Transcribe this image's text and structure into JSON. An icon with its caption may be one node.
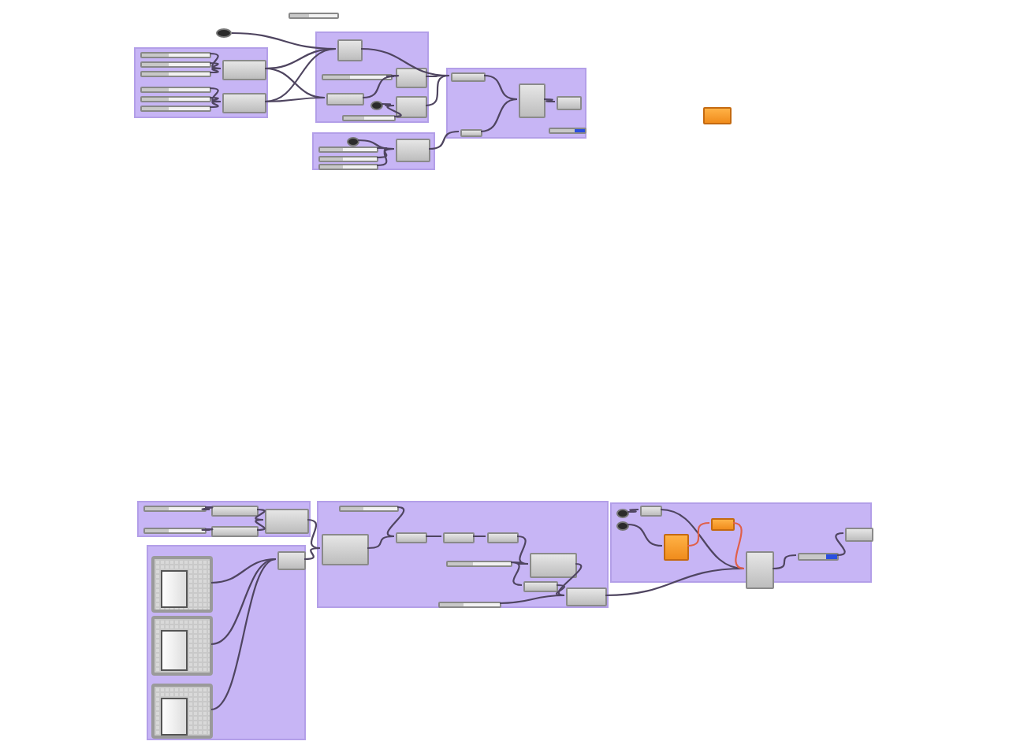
{
  "diagram": {
    "nodes": [
      {
        "text": [],
        "shape": "bar"
      },
      {
        "text": [],
        "shape": "circle"
      },
      {
        "text": [],
        "shape": "box"
      },
      {
        "text": [],
        "shape": "bar",
        "in": 2
      },
      {
        "text": [],
        "shape": "bar",
        "in": 2
      },
      {
        "text": [],
        "shape": "bar",
        "in": 2
      },
      {
        "text": [],
        "shape": "bar",
        "in": 2
      },
      {
        "text": [],
        "shape": "bar",
        "in": 2
      },
      {
        "text": [],
        "shape": "bar",
        "in": 2
      },
      {
        "text": [],
        "shape": "box",
        "in": 2
      },
      {
        "text": [],
        "shape": "box",
        "in": 2
      },
      {
        "text": [],
        "shape": "box"
      },
      {
        "text": [],
        "shape": "box",
        "in": 11
      },
      {
        "text": [],
        "shape": "bar",
        "in": 11
      },
      {
        "text": [],
        "shape": "box",
        "in": 11
      },
      {
        "text": [],
        "shape": "circle",
        "in": 11
      },
      {
        "text": [],
        "shape": "bar",
        "in": 11
      },
      {
        "text": [],
        "shape": "box",
        "in": 11
      },
      {
        "text": [],
        "shape": "box",
        "in": 11
      },
      {
        "text": [],
        "shape": "box"
      },
      {
        "text": [],
        "shape": "circle",
        "in": 19
      },
      {
        "text": [],
        "shape": "bar",
        "in": 19
      },
      {
        "text": [],
        "shape": "bar",
        "in": 19
      },
      {
        "text": [],
        "shape": "bar",
        "in": 19
      },
      {
        "text": [],
        "shape": "box",
        "in": 19
      },
      {
        "text": [],
        "shape": "box"
      },
      {
        "text": [],
        "shape": "box",
        "in": 25
      },
      {
        "text": [],
        "shape": "box",
        "in": 25
      },
      {
        "text": [],
        "shape": "box",
        "in": 25
      },
      {
        "text": [],
        "shape": "bar",
        "in": 25
      },
      {
        "text": [],
        "shape": "box",
        "in": 25
      },
      {
        "text": [],
        "shape": "box"
      },
      {
        "text": [],
        "shape": "box"
      },
      {
        "text": [],
        "shape": "bar",
        "in": 32
      },
      {
        "text": [],
        "shape": "bar",
        "in": 32
      },
      {
        "text": [],
        "shape": "box",
        "in": 32
      },
      {
        "text": [],
        "shape": "box",
        "in": 32
      },
      {
        "text": [],
        "shape": "box",
        "in": 32
      },
      {
        "text": [],
        "shape": "box"
      },
      {
        "text": [],
        "shape": "picture",
        "in": 38
      },
      {
        "text": [],
        "shape": "picture",
        "in": 38
      },
      {
        "text": [],
        "shape": "picture",
        "in": 38
      },
      {
        "text": [],
        "shape": "box",
        "in": 38
      },
      {
        "text": [],
        "shape": "box"
      },
      {
        "text": [],
        "shape": "bar",
        "in": 43
      },
      {
        "text": [],
        "shape": "box",
        "in": 43
      },
      {
        "text": [],
        "shape": "box",
        "in": 43
      },
      {
        "text": [],
        "shape": "box",
        "in": 43
      },
      {
        "text": [],
        "shape": "box",
        "in": 43
      },
      {
        "text": [],
        "shape": "box",
        "in": 43
      },
      {
        "text": [],
        "shape": "bar",
        "in": 43
      },
      {
        "text": [],
        "shape": "box",
        "in": 43
      },
      {
        "text": [],
        "shape": "bar",
        "in": 43
      },
      {
        "text": [],
        "shape": "box",
        "in": 43
      },
      {
        "text": [],
        "shape": "box"
      },
      {
        "text": [],
        "shape": "circle",
        "in": 54
      },
      {
        "text": [],
        "shape": "circle",
        "in": 54
      },
      {
        "text": [],
        "shape": "box",
        "in": 54
      },
      {
        "text": [],
        "shape": "box",
        "in": 54
      },
      {
        "text": [],
        "shape": "box",
        "in": 54
      },
      {
        "text": [],
        "shape": "box",
        "in": 54
      },
      {
        "text": [],
        "shape": "bar",
        "in": 54
      },
      {
        "text": [],
        "shape": "box",
        "in": 54
      }
    ],
    "edges": [
      {
        "from": 1,
        "to": 12,
        "arrow": "none"
      },
      {
        "from": 3,
        "to": 9,
        "arrow": "none"
      },
      {
        "from": 4,
        "to": 9,
        "arrow": "none"
      },
      {
        "from": 5,
        "to": 9,
        "arrow": "none"
      },
      {
        "from": 6,
        "to": 10,
        "arrow": "none"
      },
      {
        "from": 7,
        "to": 10,
        "arrow": "none"
      },
      {
        "from": 8,
        "to": 10,
        "arrow": "none"
      },
      {
        "from": 9,
        "to": 12,
        "arrow": "none"
      },
      {
        "from": 9,
        "to": 14,
        "arrow": "none"
      },
      {
        "from": 10,
        "to": 12,
        "arrow": "none"
      },
      {
        "from": 10,
        "to": 14,
        "arrow": "none"
      },
      {
        "from": 13,
        "to": 17,
        "arrow": "none"
      },
      {
        "from": 14,
        "to": 17,
        "arrow": "none"
      },
      {
        "from": 15,
        "to": 18,
        "arrow": "none"
      },
      {
        "from": 16,
        "to": 18,
        "arrow": "none"
      },
      {
        "from": 12,
        "to": 26,
        "arrow": "none"
      },
      {
        "from": 17,
        "to": 26,
        "arrow": "none"
      },
      {
        "from": 18,
        "to": 26,
        "arrow": "none"
      },
      {
        "from": 26,
        "to": 27,
        "arrow": "none"
      },
      {
        "from": 20,
        "to": 24,
        "arrow": "none"
      },
      {
        "from": 21,
        "to": 24,
        "arrow": "none"
      },
      {
        "from": 22,
        "to": 24,
        "arrow": "none"
      },
      {
        "from": 23,
        "to": 24,
        "arrow": "none"
      },
      {
        "from": 24,
        "to": 30,
        "arrow": "none"
      },
      {
        "from": 30,
        "to": 27,
        "arrow": "none"
      },
      {
        "from": 27,
        "to": 28,
        "arrow": "none"
      },
      {
        "from": 33,
        "to": 35,
        "arrow": "none"
      },
      {
        "from": 34,
        "to": 36,
        "arrow": "none"
      },
      {
        "from": 35,
        "to": 37,
        "arrow": "none"
      },
      {
        "from": 36,
        "to": 37,
        "arrow": "none"
      },
      {
        "from": 37,
        "to": 45,
        "arrow": "none"
      },
      {
        "from": 39,
        "to": 42,
        "arrow": "none"
      },
      {
        "from": 40,
        "to": 42,
        "arrow": "none"
      },
      {
        "from": 41,
        "to": 42,
        "arrow": "none"
      },
      {
        "from": 42,
        "to": 45,
        "arrow": "none"
      },
      {
        "from": 45,
        "to": 46,
        "arrow": "none"
      },
      {
        "from": 44,
        "to": 46,
        "arrow": "none"
      },
      {
        "from": 46,
        "to": 47,
        "arrow": "none"
      },
      {
        "from": 47,
        "to": 48,
        "arrow": "none"
      },
      {
        "from": 48,
        "to": 49,
        "arrow": "none"
      },
      {
        "from": 50,
        "to": 49,
        "arrow": "none"
      },
      {
        "from": 50,
        "to": 51,
        "arrow": "none"
      },
      {
        "from": 49,
        "to": 53,
        "arrow": "none"
      },
      {
        "from": 51,
        "to": 53,
        "arrow": "none"
      },
      {
        "from": 52,
        "to": 53,
        "arrow": "none"
      },
      {
        "from": 53,
        "to": 60,
        "arrow": "none"
      },
      {
        "from": 55,
        "to": 57,
        "arrow": "none"
      },
      {
        "from": 56,
        "to": 58,
        "arrow": "none"
      },
      {
        "from": 57,
        "to": 60,
        "arrow": "none"
      },
      {
        "from": 58,
        "to": 59,
        "arrow": "none",
        "color": "#e0604a"
      },
      {
        "from": 59,
        "to": 60,
        "arrow": "none",
        "color": "#e0604a"
      },
      {
        "from": 60,
        "to": 61,
        "arrow": "none"
      },
      {
        "from": 61,
        "to": 62,
        "arrow": "none"
      }
    ]
  }
}
